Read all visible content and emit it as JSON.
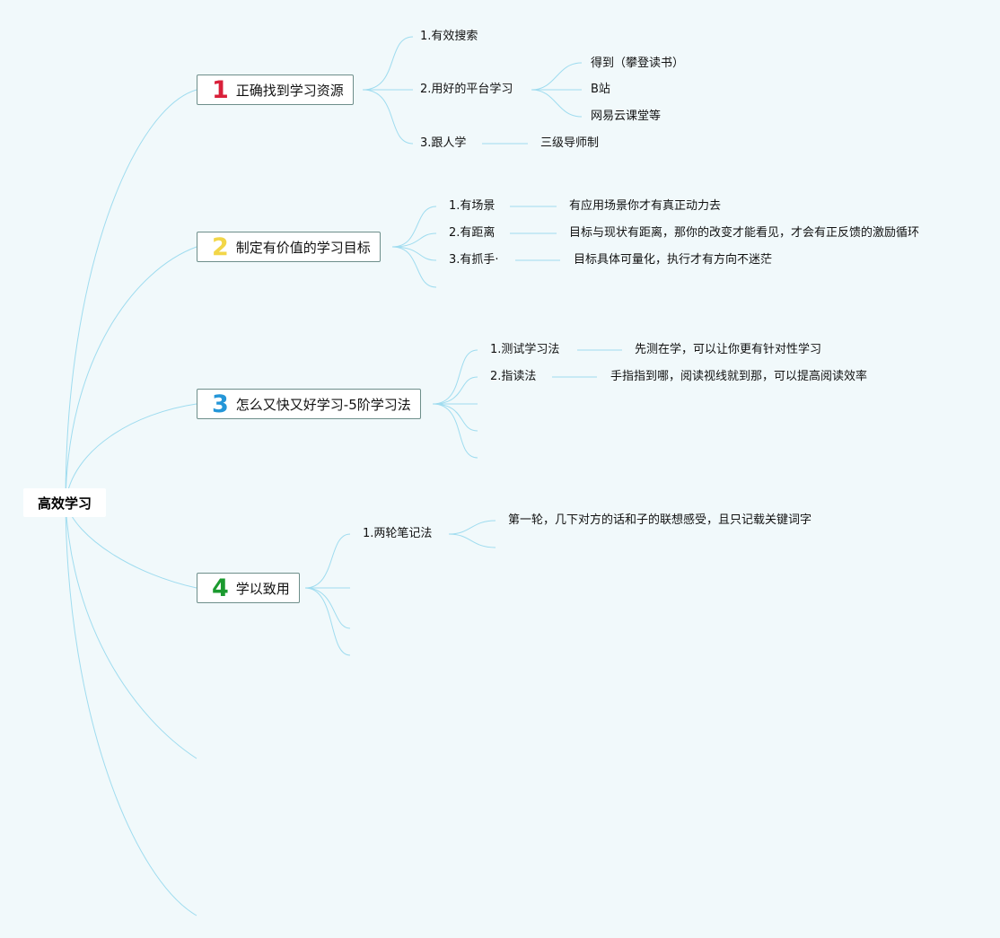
{
  "root": {
    "label": "高效学习"
  },
  "topics": [
    {
      "number": "1",
      "color": "#d9203a",
      "label": "正确找到学习资源",
      "children": [
        {
          "label": "1.有效搜索"
        },
        {
          "label": "2.用好的平台学习",
          "children": [
            "得到（攀登读书）",
            "B站",
            "网易云课堂等"
          ]
        },
        {
          "label": "3.跟人学",
          "detail": "三级导师制"
        }
      ]
    },
    {
      "number": "2",
      "color": "#f2d648",
      "label": "制定有价值的学习目标",
      "children": [
        {
          "label": "1.有场景",
          "detail": "有应用场景你才有真正动力去"
        },
        {
          "label": "2.有距离",
          "detail": "目标与现状有距离，那你的改变才能看见，才会有正反馈的激励循环"
        },
        {
          "label": "3.有抓手·",
          "detail": "目标具体可量化，执行才有方向不迷茫"
        }
      ]
    },
    {
      "number": "3",
      "color": "#2496d8",
      "label": "怎么又快又好学习-5阶学习法",
      "children": [
        {
          "label": "1.测试学习法",
          "detail": "先测在学，可以让你更有针对性学习"
        },
        {
          "label": "2.指读法",
          "detail": "手指指到哪，阅读视线就到那，可以提高阅读效率"
        }
      ]
    },
    {
      "number": "4",
      "color": "#1b9a2f",
      "label": "学以致用",
      "children": [
        {
          "label": "1.两轮笔记法",
          "detail": "第一轮，几下对方的话和子的联想感受，且只记载关键词字"
        }
      ]
    }
  ]
}
